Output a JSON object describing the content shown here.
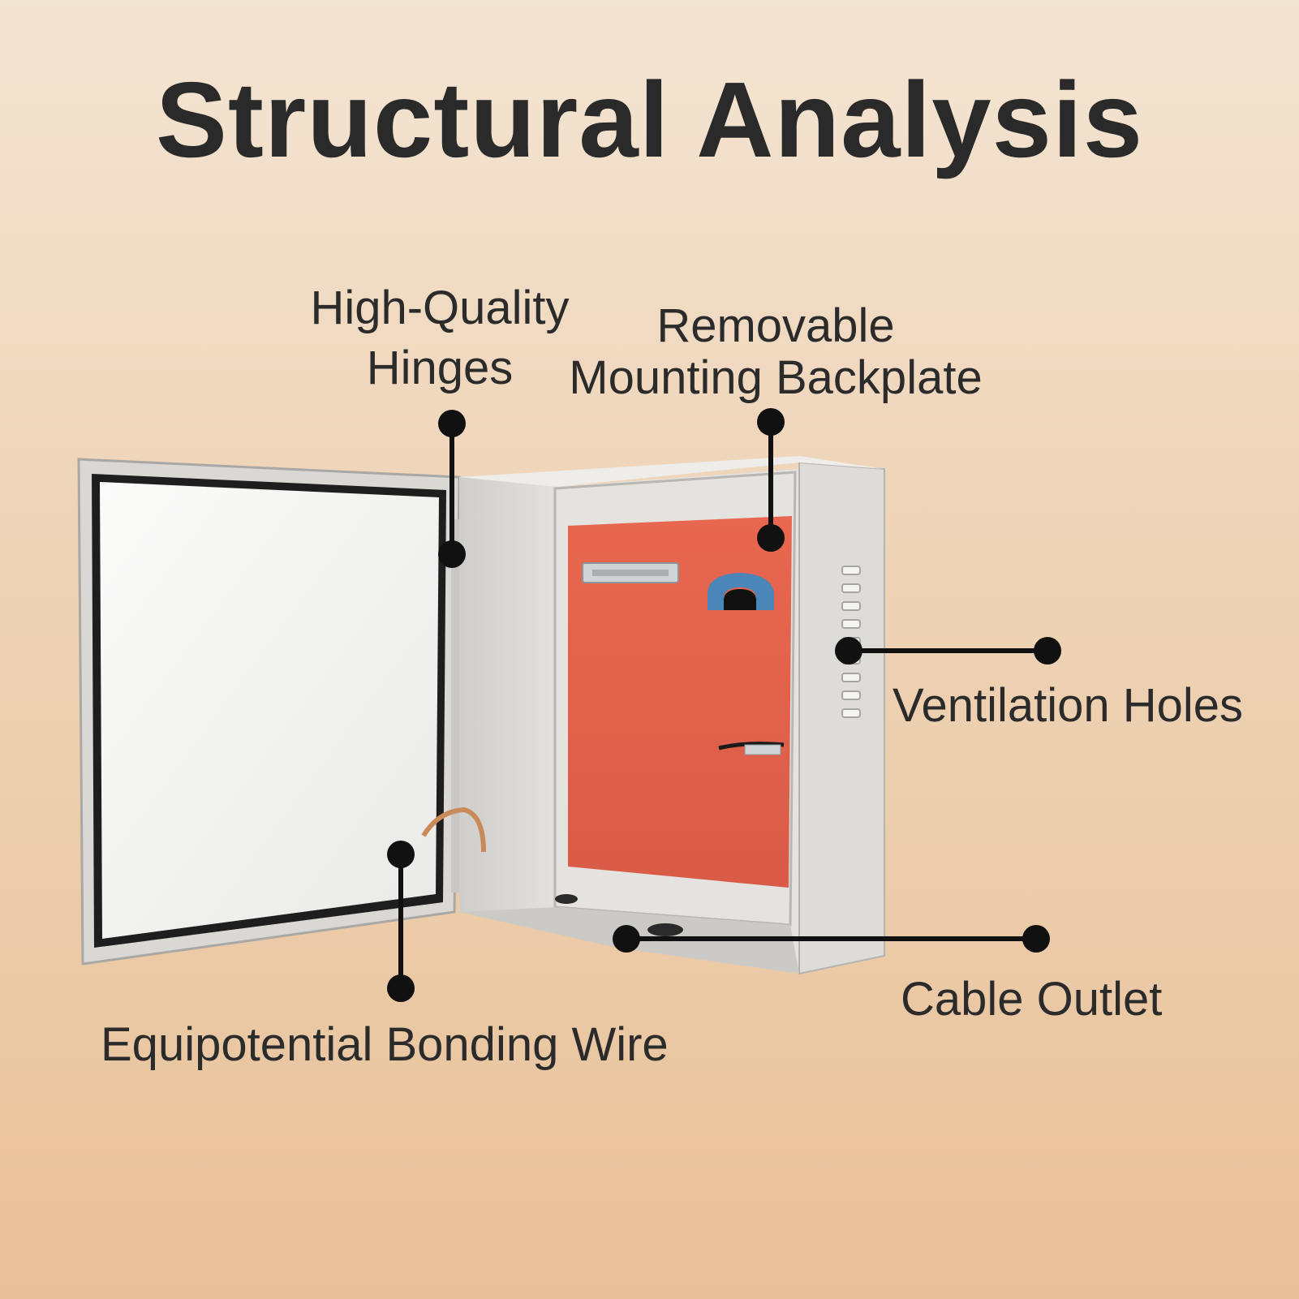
{
  "title": "Structural Analysis",
  "callouts": {
    "hinges": [
      "High-Quality",
      "Hinges"
    ],
    "backplate": [
      "Removable",
      "Mounting Backplate"
    ],
    "ventilation": "Ventilation Holes",
    "cable_outlet": "Cable Outlet",
    "bonding_wire": "Equipotential Bonding Wire"
  },
  "colors": {
    "backplate": "#e8654e",
    "enclosure": "#dcdbd7",
    "marker": "#111111",
    "text": "#2b2b2b"
  }
}
